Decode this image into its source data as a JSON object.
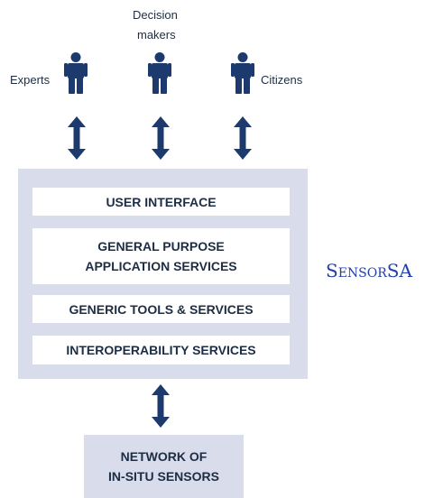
{
  "actors": {
    "experts": "Experts",
    "decision_makers_line1": "Decision",
    "decision_makers_line2": "makers",
    "citizens": "Citizens"
  },
  "layers": {
    "user_interface": "USER INTERFACE",
    "general_purpose_line1": "GENERAL PURPOSE",
    "general_purpose_line2": "APPLICATION SERVICES",
    "generic_tools": "GENERIC TOOLS & SERVICES",
    "interoperability": "INTEROPERABILITY SERVICES"
  },
  "network": {
    "line1": "NETWORK OF",
    "line2": "IN-SITU SENSORS"
  },
  "system_name": "SensorSA",
  "colors": {
    "figure": "#1d3a6e",
    "arrow": "#1d3a6e",
    "box_fill": "#d9dcea",
    "text": "#1d2d44",
    "system_name": "#2140b0"
  },
  "icons": [
    "person-icon",
    "double-arrow-icon"
  ]
}
